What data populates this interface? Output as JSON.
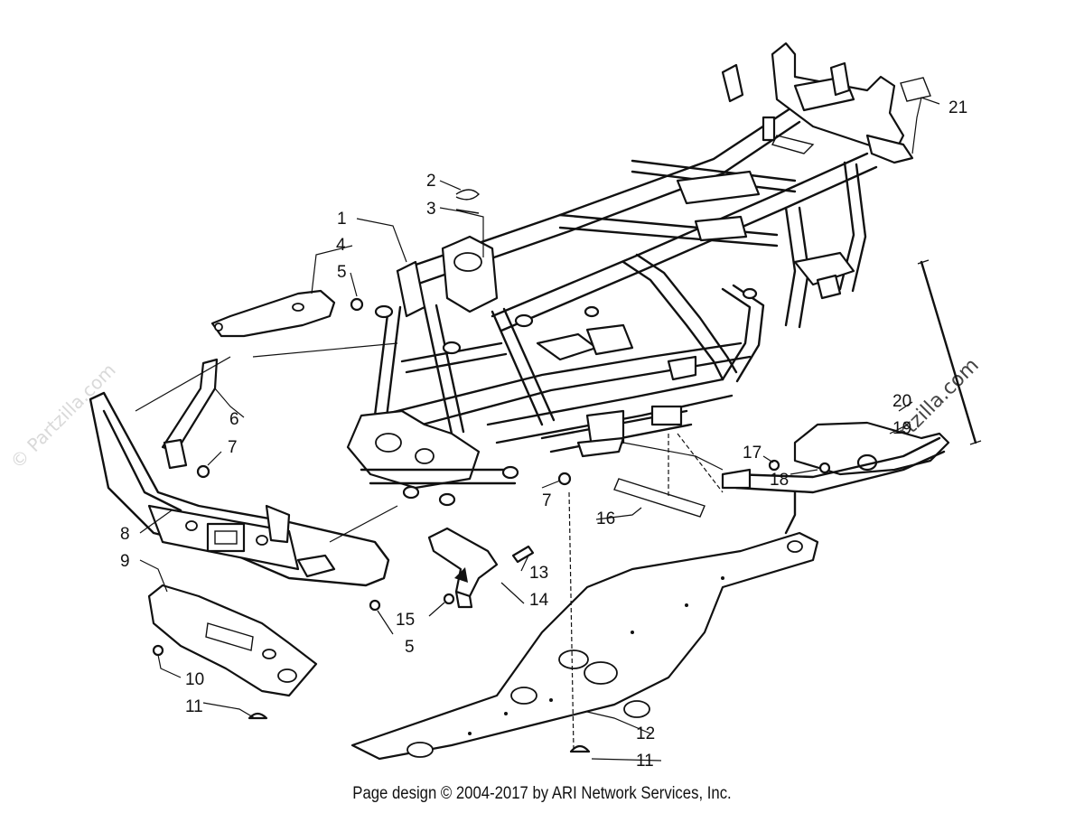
{
  "diagram": {
    "callouts": [
      "1",
      "2",
      "3",
      "4",
      "5",
      "5",
      "6",
      "7",
      "7",
      "8",
      "9",
      "10",
      "11",
      "11",
      "12",
      "13",
      "14",
      "15",
      "16",
      "17",
      "18",
      "19",
      "20",
      "21"
    ],
    "watermark": "© Partzilla.com",
    "watermark_short": "Partzilla.com"
  },
  "footer": {
    "copyright": "Page design © 2004-2017 by ARI Network Services, Inc."
  }
}
